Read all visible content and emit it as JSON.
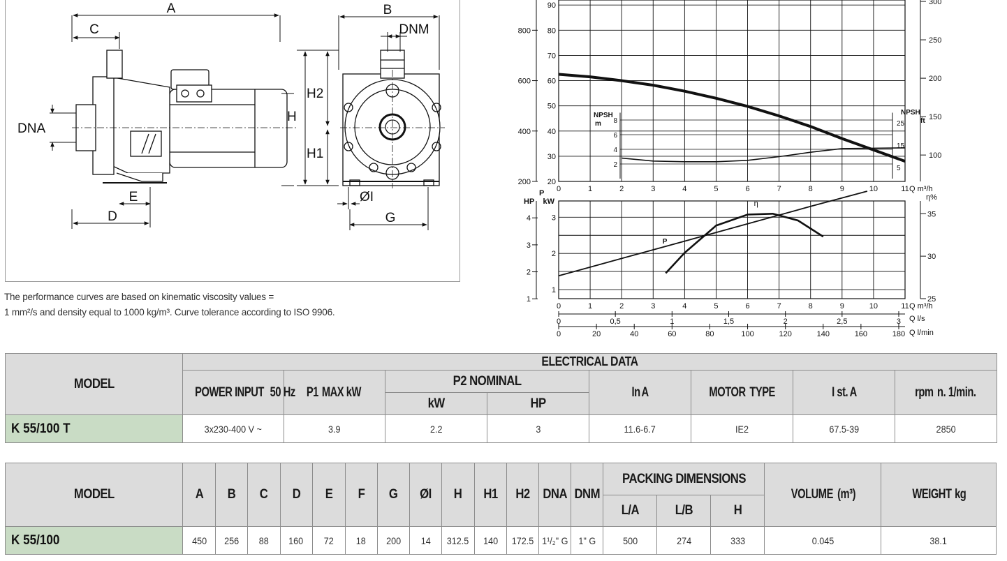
{
  "drawing": {
    "labels": {
      "A": "A",
      "B": "B",
      "C": "C",
      "D": "D",
      "E": "E",
      "G": "G",
      "H": "H",
      "H1": "H1",
      "H2": "H2",
      "DNA": "DNA",
      "DNM": "DNM",
      "I": "ØI"
    }
  },
  "note": {
    "line1": "The performance curves are based on kinematic viscosity values =",
    "line2": "1 mm²/s and density equal to 1000 kg/m³. Curve tolerance according to ISO 9906."
  },
  "chart_data": [
    {
      "type": "line",
      "title": "",
      "xlabel": "Q m³/h",
      "x_ticks": [
        0,
        1,
        2,
        3,
        4,
        5,
        6,
        7,
        8,
        9,
        10,
        11
      ],
      "y_left_label": "",
      "y_left_ticks": [
        20,
        30,
        40,
        50,
        60,
        70,
        80,
        90
      ],
      "y_outer_ticks": [
        200,
        400,
        600,
        800
      ],
      "y_right_ticks": [
        100,
        150,
        200,
        250,
        300
      ],
      "npsh_left_label": "NPSH m",
      "npsh_left_ticks": [
        2,
        4,
        6,
        8
      ],
      "npsh_right_label": "NPSH ft",
      "npsh_right_ticks": [
        5,
        15,
        25
      ],
      "series": [
        {
          "name": "",
          "x": [
            0,
            1,
            2,
            3,
            4,
            5,
            6,
            7,
            8,
            9,
            10,
            11
          ],
          "y": [
            62.5,
            61.5,
            60.0,
            58.2,
            55.8,
            53.0,
            49.8,
            46.0,
            41.8,
            37.0,
            32.5,
            28.0
          ]
        },
        {
          "name": "NPSH",
          "x": [
            2,
            3,
            4,
            5,
            6,
            7,
            8,
            9,
            11
          ],
          "y": [
            2.8,
            2.4,
            2.3,
            2.3,
            2.5,
            3.0,
            3.6,
            4.1,
            4.2
          ]
        }
      ]
    },
    {
      "type": "line",
      "title": "",
      "xlabel": "Q m³/h",
      "x_ticks": [
        0,
        1,
        2,
        3,
        4,
        5,
        6,
        7,
        8,
        9,
        10,
        11
      ],
      "y_left_label": "P kW",
      "y_left_ticks": [
        1,
        2,
        3
      ],
      "y_outer_label": "HP",
      "y_outer_ticks": [
        1,
        2,
        3,
        4
      ],
      "y_right_label": "η%",
      "y_right_ticks": [
        25,
        30,
        35
      ],
      "q_ls_label": "Q l/s",
      "q_ls_ticks": [
        "0",
        "0,5",
        "1",
        "1,5",
        "2",
        "2,5",
        "3"
      ],
      "q_lmin_label": "Q l/min",
      "q_lmin_ticks": [
        0,
        20,
        40,
        60,
        80,
        100,
        120,
        140,
        160,
        180
      ],
      "series": [
        {
          "name": "P",
          "x": [
            0,
            2,
            4,
            6,
            8,
            9.8
          ],
          "y": [
            1.38,
            1.86,
            2.34,
            2.82,
            3.3,
            3.72
          ]
        },
        {
          "name": "η",
          "x": [
            3.4,
            4,
            5,
            6,
            6.8,
            7.6,
            8.4
          ],
          "y": [
            28.0,
            30.4,
            33.6,
            34.9,
            35.0,
            34.2,
            32.3
          ]
        }
      ]
    }
  ],
  "table1": {
    "model_header": "MODEL",
    "group_header": "ELECTRICAL DATA",
    "power_input": [
      "POWER INPUT",
      "50 Hz"
    ],
    "p1": [
      "P1",
      "MAX kW"
    ],
    "p2": "P2 NOMINAL",
    "p2_kw": "kW",
    "p2_hp": "HP",
    "in": [
      "In",
      "A"
    ],
    "motor": [
      "MOTOR",
      "TYPE"
    ],
    "ist": [
      "I st.",
      "A"
    ],
    "rpm": [
      "rpm",
      "n. 1/min."
    ],
    "row": {
      "model": "K 55/100 T",
      "power": "3x230-400 V ~",
      "p1": "3.9",
      "kw": "2.2",
      "hp": "3",
      "in": "11.6-6.7",
      "motor": "IE2",
      "ist": "67.5-39",
      "rpm": "2850"
    }
  },
  "table2": {
    "model_header": "MODEL",
    "cols": [
      "A",
      "B",
      "C",
      "D",
      "E",
      "F",
      "G",
      "ØI",
      "H",
      "H1",
      "H2",
      "DNA",
      "DNM"
    ],
    "packing": "PACKING DIMENSIONS",
    "packing_cols": [
      "L/A",
      "L/B",
      "H"
    ],
    "volume": [
      "VOLUME",
      "(m³)"
    ],
    "weight": [
      "WEIGHT",
      "kg"
    ],
    "row": {
      "model": "K 55/100",
      "values": [
        "450",
        "256",
        "88",
        "160",
        "72",
        "18",
        "200",
        "14",
        "312.5",
        "140",
        "172.5",
        "1¹/₂\" G",
        "1\" G"
      ],
      "packing": [
        "500",
        "274",
        "333"
      ],
      "volume": "0.045",
      "weight": "38.1"
    }
  }
}
